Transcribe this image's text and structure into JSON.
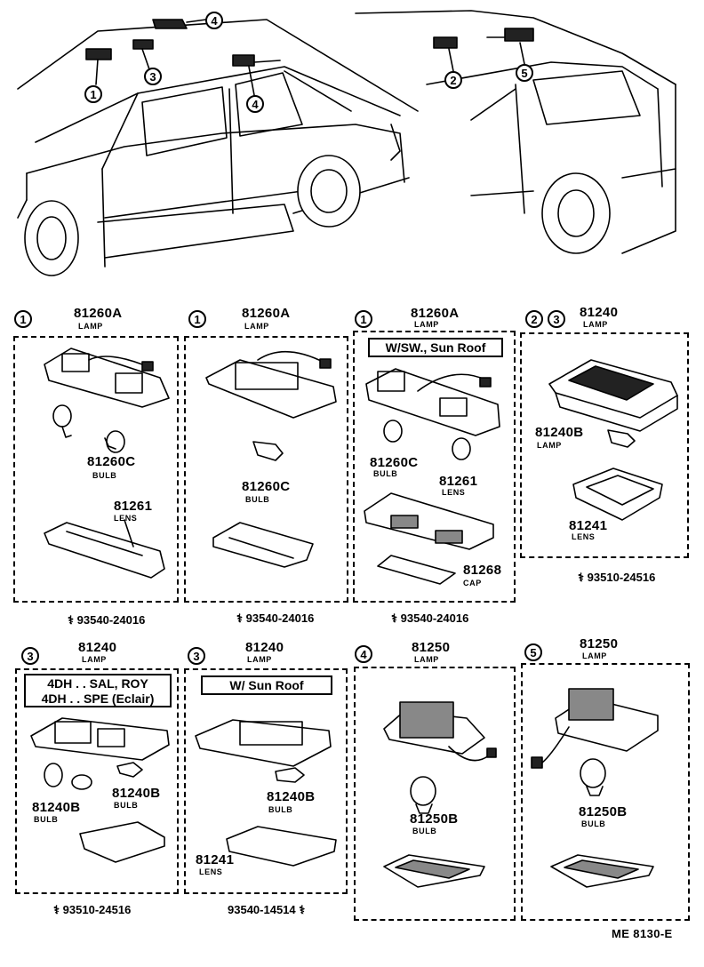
{
  "top_view": {
    "left_callouts": [
      "1",
      "3",
      "4",
      "4"
    ],
    "right_callouts": [
      "2",
      "5"
    ]
  },
  "panels": [
    {
      "id": "p1",
      "callouts": [
        "1"
      ],
      "lamp_no": "81260A",
      "lamp_label": "LAMP",
      "bulb_no": "81260C",
      "bulb_label": "BULB",
      "lens_no": "81261",
      "lens_label": "LENS",
      "screw": "93540-24016"
    },
    {
      "id": "p2",
      "callouts": [
        "1"
      ],
      "lamp_no": "81260A",
      "lamp_label": "LAMP",
      "bulb_no": "81260C",
      "bulb_label": "BULB",
      "screw": "93540-24016"
    },
    {
      "id": "p3",
      "callouts": [
        "1"
      ],
      "lamp_no": "81260A",
      "lamp_label": "LAMP",
      "condition": "W/SW., Sun Roof",
      "bulb_no": "81260C",
      "bulb_label": "BULB",
      "lens_no": "81261",
      "lens_label": "LENS",
      "cap_no": "81268",
      "cap_label": "CAP",
      "screw": "93540-24016"
    },
    {
      "id": "p4",
      "callouts": [
        "2",
        "3"
      ],
      "lamp_no": "81240",
      "lamp_label": "LAMP",
      "bulb_no": "81240B",
      "bulb_label": "LAMP",
      "lens_no": "81241",
      "lens_label": "LENS",
      "screw": "93510-24516"
    },
    {
      "id": "p5",
      "callouts": [
        "3"
      ],
      "lamp_no": "81240",
      "lamp_label": "LAMP",
      "condition_lines": [
        "4DH . . SAL, ROY",
        "4DH . . SPE (Eclair)"
      ],
      "bulb_no": "81240B",
      "bulb_label": "BULB",
      "bulb_no_2": "81240B",
      "bulb_label_2": "BULB",
      "screw": "93510-24516"
    },
    {
      "id": "p6",
      "callouts": [
        "3"
      ],
      "lamp_no": "81240",
      "lamp_label": "LAMP",
      "condition": "W/ Sun Roof",
      "bulb_no": "81240B",
      "bulb_label": "BULB",
      "lens_no": "81241",
      "lens_label": "LENS",
      "screw": "93540-14514"
    },
    {
      "id": "p7",
      "callouts": [
        "4"
      ],
      "lamp_no": "81250",
      "lamp_label": "LAMP",
      "bulb_no": "81250B",
      "bulb_label": "BULB"
    },
    {
      "id": "p8",
      "callouts": [
        "5"
      ],
      "lamp_no": "81250",
      "lamp_label": "LAMP",
      "bulb_no": "81250B",
      "bulb_label": "BULB"
    }
  ],
  "footer_code": "ME 8130-E"
}
